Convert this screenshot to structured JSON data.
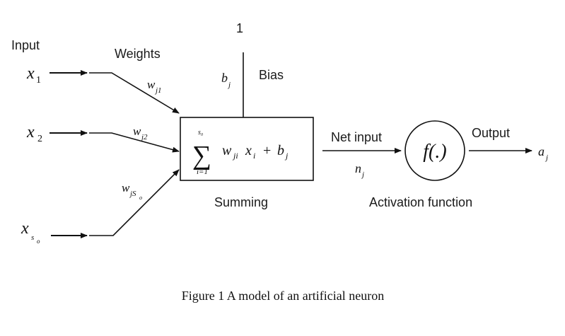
{
  "labels": {
    "input": "Input",
    "weights": "Weights",
    "bias_value": "1",
    "bias_label": "Bias",
    "net_input": "Net input",
    "summing": "Summing",
    "output": "Output",
    "activation": "Activation function",
    "caption": "Figure 1 A model of an artificial neuron"
  },
  "inputs": [
    {
      "var": "x",
      "sub": "1"
    },
    {
      "var": "x",
      "sub": "2"
    },
    {
      "var": "x",
      "sub": "s",
      "subsub": "o"
    }
  ],
  "weights": [
    {
      "var": "w",
      "sub": "j1"
    },
    {
      "var": "w",
      "sub": "j2"
    },
    {
      "var": "w",
      "sub": "jS",
      "subsub": "o"
    }
  ],
  "bias": {
    "var": "b",
    "sub": "j"
  },
  "summation": {
    "symbol": "∑",
    "upper": "s₀",
    "lower": "i=1",
    "w": "w",
    "w_sub": "ji",
    "x": "x",
    "x_sub": "i",
    "plus": "+",
    "b": "b",
    "b_sub": "j"
  },
  "net": {
    "var": "n",
    "sub": "j"
  },
  "activation_expr": "f(.)",
  "output_var": {
    "var": "a",
    "sub": "j"
  }
}
